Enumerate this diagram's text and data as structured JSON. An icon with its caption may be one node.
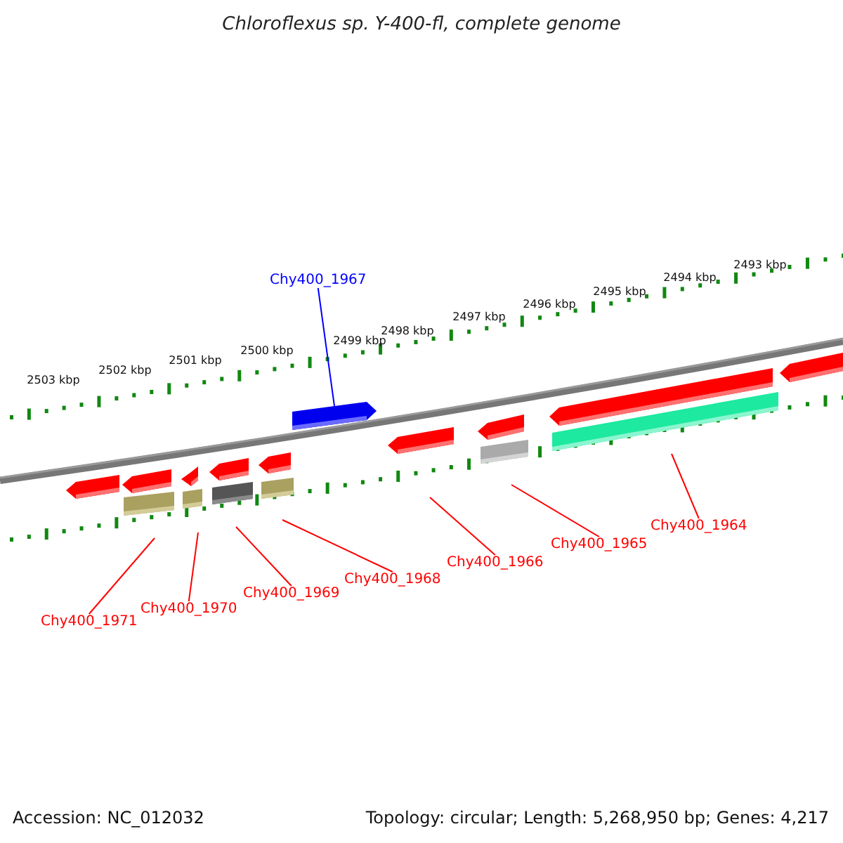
{
  "diagram": {
    "title": "Chloroflexus sp. Y-400-fl, complete genome",
    "nodes": [
      {
        "text": [
          "Chy400_1967"
        ]
      },
      {
        "text": [
          "Chy400_1964"
        ]
      },
      {
        "text": [
          "Chy400_1965"
        ]
      },
      {
        "text": [
          "Chy400_1966"
        ]
      },
      {
        "text": [
          "Chy400_1968"
        ]
      },
      {
        "text": [
          "Chy400_1969"
        ]
      },
      {
        "text": [
          "Chy400_1970"
        ]
      },
      {
        "text": [
          "Chy400_1971"
        ]
      },
      {
        "text": [],
        "shape": "bar"
      }
    ],
    "edges": [
      {
        "from": 0,
        "to": 8,
        "arrow": "none",
        "color": "#0000ff"
      },
      {
        "from": 1,
        "to": null,
        "arrow": "none"
      },
      {
        "from": 2,
        "to": null,
        "arrow": "none"
      },
      {
        "from": 3,
        "to": null,
        "arrow": "none"
      },
      {
        "from": 4,
        "to": null,
        "arrow": "none"
      },
      {
        "from": 5,
        "to": null,
        "arrow": "none"
      },
      {
        "from": 6,
        "to": null,
        "arrow": "none"
      },
      {
        "from": 7,
        "to": null,
        "arrow": "none"
      }
    ],
    "labels": [
      "2503 kbp",
      "2502 kbp",
      "2501 kbp",
      "2500 kbp",
      "2499 kbp",
      "2498 kbp",
      "2497 kbp",
      "2496 kbp",
      "2495 kbp",
      "2494 kbp",
      "2493 kbp",
      "Accession: NC_012032",
      "Topology: circular; Length: 5,268,950 bp; Genes: 4,217"
    ]
  }
}
